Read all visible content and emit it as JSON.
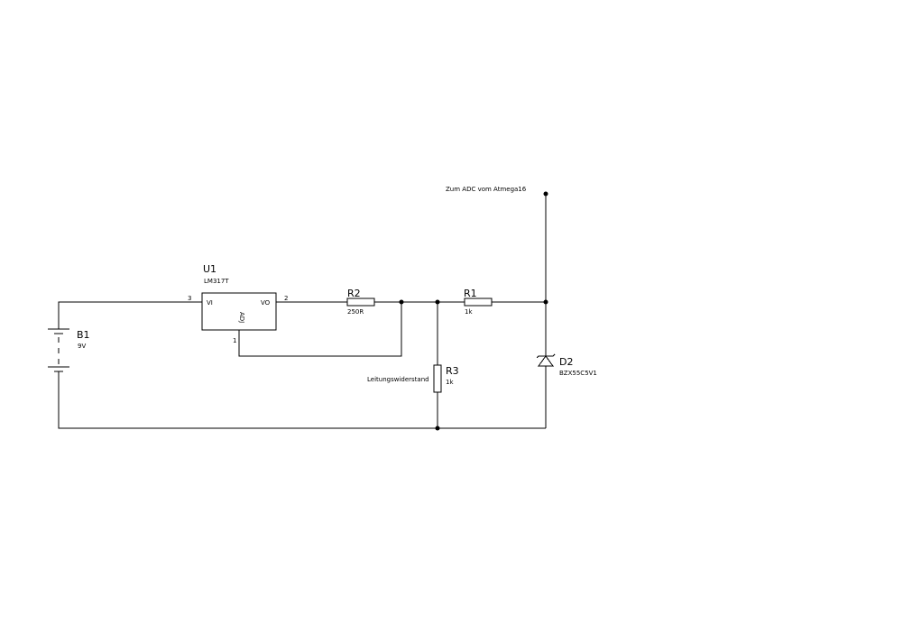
{
  "components": {
    "u1": {
      "ref": "U1",
      "value": "LM317T",
      "pin_vi": "VI",
      "pin_vo": "VO",
      "pin_adj": "ADJ",
      "pin3": "3",
      "pin2": "2",
      "pin1": "1"
    },
    "r2": {
      "ref": "R2",
      "value": "250R"
    },
    "r1": {
      "ref": "R1",
      "value": "1k"
    },
    "r3": {
      "ref": "R3",
      "value": "1k",
      "note": "Leitungswiderstand"
    },
    "b1": {
      "ref": "B1",
      "value": "9V"
    },
    "d2": {
      "ref": "D2",
      "value": "BZX55C5V1"
    }
  },
  "net_label": "Zum ADC vom Atmega16"
}
